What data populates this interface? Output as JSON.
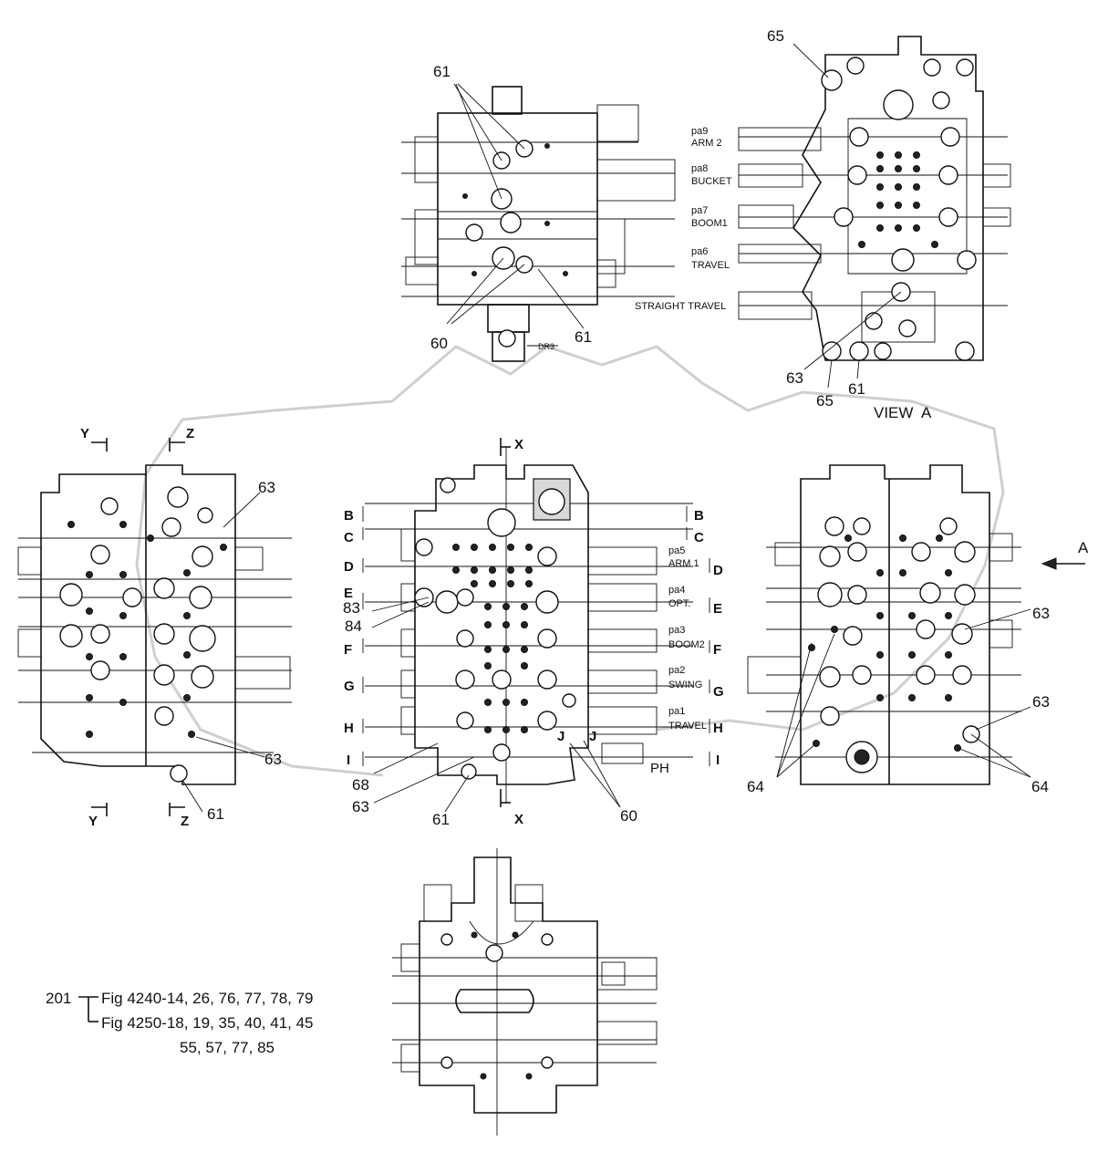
{
  "callouts": {
    "top": [
      "61",
      "60",
      "61"
    ],
    "view_a": [
      "65",
      "63",
      "65",
      "61"
    ],
    "left": [
      "63",
      "63",
      "61"
    ],
    "center": [
      "83",
      "84",
      "68",
      "63",
      "61",
      "60"
    ],
    "right": [
      "63",
      "63",
      "64",
      "64"
    ]
  },
  "port_labels": {
    "view_a": [
      {
        "id": "pa9",
        "name": "ARM 2"
      },
      {
        "id": "pa8",
        "name": "BUCKET"
      },
      {
        "id": "pa7",
        "name": "BOOM1"
      },
      {
        "id": "pa6",
        "name": "TRAVEL"
      }
    ],
    "view_a_straight": "STRAIGHT TRAVEL",
    "center": [
      {
        "id": "pa5",
        "name": "ARM 1"
      },
      {
        "id": "pa4",
        "name": "OPT."
      },
      {
        "id": "pa3",
        "name": "BOOM2"
      },
      {
        "id": "pa2",
        "name": "SWING"
      },
      {
        "id": "pa1",
        "name": "TRAVEL"
      }
    ],
    "ph": "PH",
    "dr3": "DR3"
  },
  "view_title": "VIEW  A",
  "arrow_a": "A",
  "section_marks": {
    "left_right": [
      "B",
      "C",
      "D",
      "E",
      "F",
      "G",
      "H",
      "I"
    ],
    "j": "J",
    "x": "X",
    "y": "Y",
    "z": "Z"
  },
  "reference": {
    "number": "201",
    "line1": "Fig 4240-14, 26, 76, 77, 78, 79",
    "line2": "Fig 4250-18, 19, 35, 40, 41, 45",
    "line3": "55, 57, 77, 85"
  }
}
